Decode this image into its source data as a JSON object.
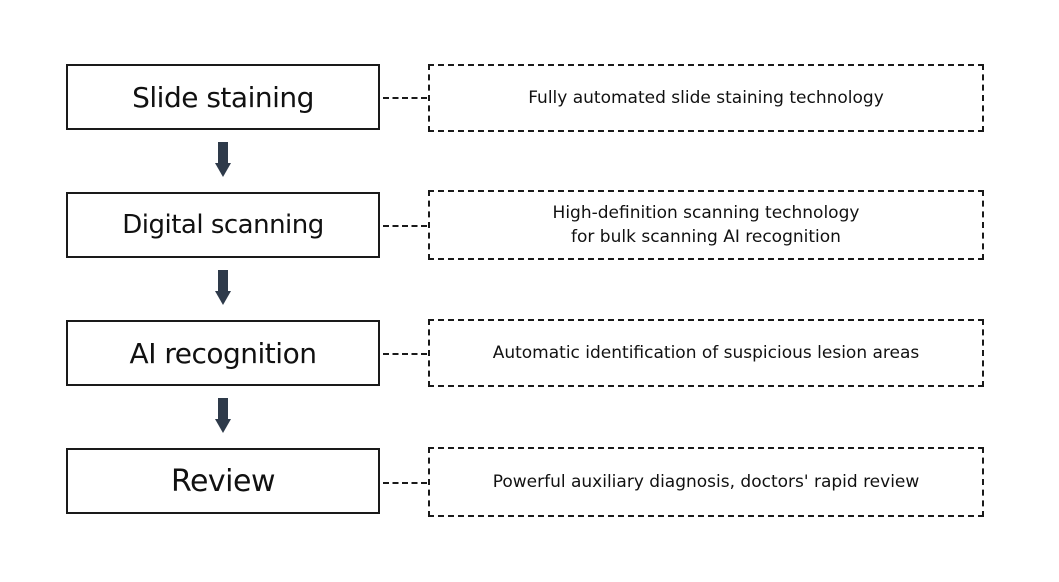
{
  "steps": [
    {
      "label": "Slide staining",
      "description_lines": [
        "Fully automated slide staining technology"
      ]
    },
    {
      "label": "Digital scanning",
      "description_lines": [
        "High-definition scanning technology",
        "for bulk scanning AI recognition"
      ]
    },
    {
      "label": "AI recognition",
      "description_lines": [
        "Automatic identification of suspicious lesion areas"
      ]
    },
    {
      "label": "Review",
      "description_lines": [
        "Powerful auxiliary diagnosis, doctors' rapid review"
      ]
    }
  ],
  "colors": {
    "stroke": "#1a1a1a",
    "arrow": "#2e3a4a",
    "text": "#111111",
    "background": "#ffffff"
  }
}
